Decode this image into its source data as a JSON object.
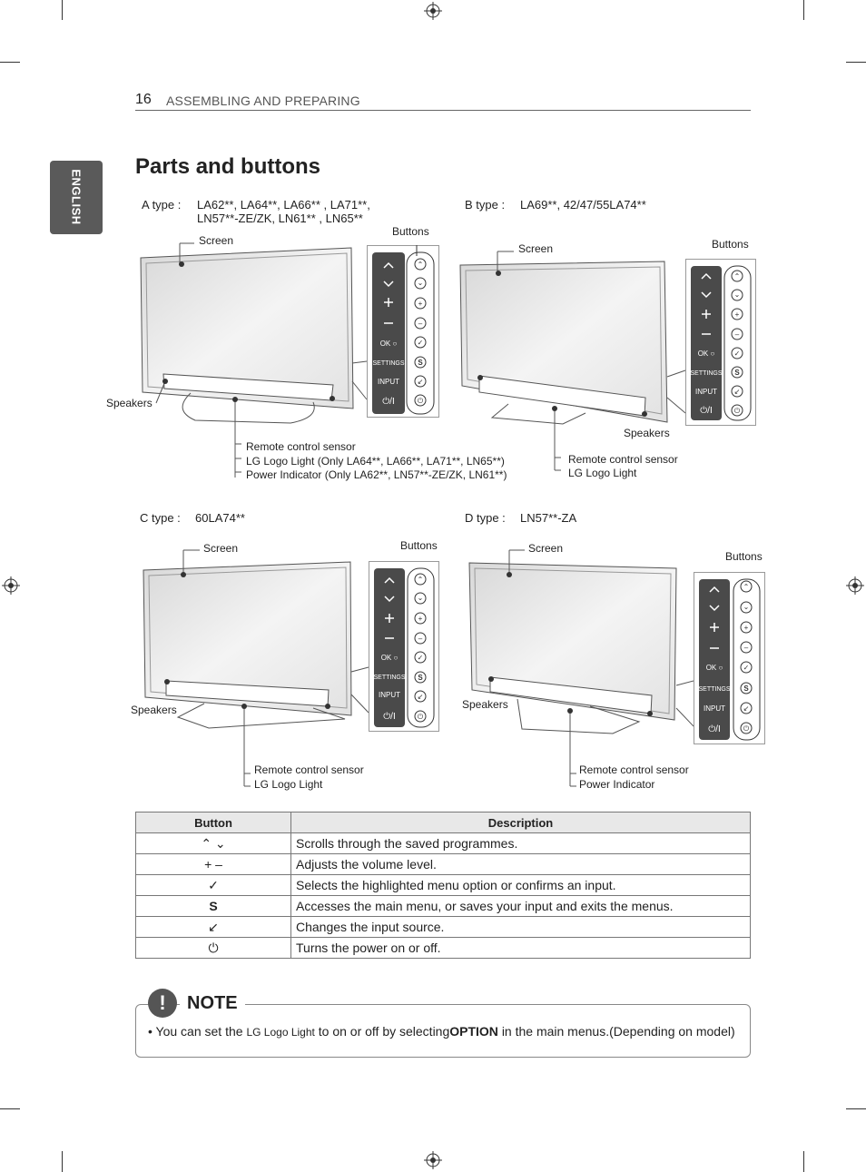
{
  "header": {
    "page_number": "16",
    "section": "ASSEMBLING AND PREPARING"
  },
  "language_tab": "ENGLISH",
  "title": "Parts and buttons",
  "types": {
    "a": {
      "label": "A type :",
      "models_line1": "LA62**, LA64**, LA66** , LA71**,",
      "models_line2": "LN57**-ZE/ZK, LN61** , LN65**"
    },
    "b": {
      "label": "B type :",
      "models": "LA69**, 42/47/55LA74**"
    },
    "c": {
      "label": "C type :",
      "models": "60LA74**"
    },
    "d": {
      "label": "D type :",
      "models": "LN57**-ZA"
    }
  },
  "callouts": {
    "screen": "Screen",
    "buttons": "Buttons",
    "speakers": "Speakers",
    "a_sensor": "Remote control sensor",
    "a_logo": "LG Logo Light (Only LA64**, LA66**, LA71**, LN65**)",
    "a_power": "Power Indicator (Only LA62**, LN57**-ZE/ZK, LN61**)",
    "bc_sensor": "Remote control sensor",
    "bc_logo": "LG Logo Light",
    "d_sensor": "Remote control sensor",
    "d_power": "Power Indicator"
  },
  "panel_labels": {
    "ok": "OK",
    "settings": "SETTINGS",
    "input": "INPUT",
    "power": "⏻/I"
  },
  "table": {
    "headers": [
      "Button",
      "Description"
    ],
    "rows": [
      {
        "button": "⌃ ⌄",
        "description": "Scrolls through the saved programmes."
      },
      {
        "button": "+ –",
        "description": "Adjusts the volume level."
      },
      {
        "button": "✓",
        "description": "Selects the highlighted menu option or confirms an input."
      },
      {
        "button": "S",
        "description": "Accesses the main menu, or saves your input and exits the menus."
      },
      {
        "button": "↙",
        "description": "Changes the input source."
      },
      {
        "button": "⏻",
        "description": "Turns the power on or off."
      }
    ]
  },
  "note": {
    "icon": "!",
    "title": "NOTE",
    "bullet": "•",
    "text_before": "You can set the",
    "text_logo": "LG Logo Light",
    "text_mid": "to on or off by selecting",
    "text_bold": "OPTION",
    "text_after": "in the main menus.(Depending on model)"
  }
}
